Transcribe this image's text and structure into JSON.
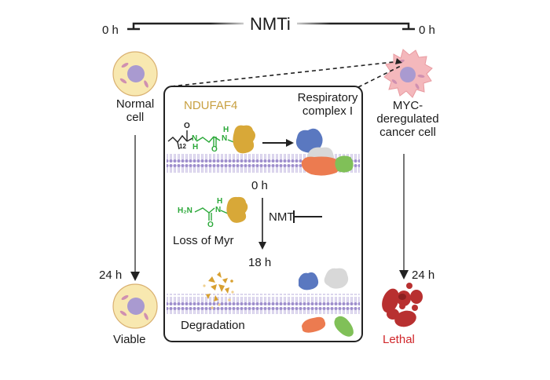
{
  "top": {
    "inhibitor_label": "NMTi",
    "left_time": "0 h",
    "right_time": "0 h"
  },
  "normal_cell": {
    "label_line1": "Normal",
    "label_line2": "cell",
    "time_after": "24 h",
    "outcome": "Viable"
  },
  "cancer_cell": {
    "label_line1": "MYC-",
    "label_line2": "deregulated",
    "label_line3": "cancer cell",
    "time_after": "24 h",
    "outcome": "Lethal"
  },
  "panel": {
    "protein_label": "NDUFAF4",
    "complex_label_line1": "Respiratory",
    "complex_label_line2": "complex I",
    "chain_subscript": "12",
    "atom_O": "O",
    "atom_N": "N",
    "atom_H": "H",
    "amine_label": "H₂N",
    "time_start": "0 h",
    "enzyme_label": "NMT",
    "loss_label": "Loss of Myr",
    "time_end": "18 h",
    "degradation_label": "Degradation"
  },
  "colors": {
    "protein_gold": "#d8a838",
    "complex_blue": "#5a78c0",
    "complex_grey": "#d8d8d8",
    "complex_orange": "#ec7b50",
    "complex_green": "#80c058",
    "membrane": "#9e8ecc",
    "normal_cell_fill": "#f8e8b0",
    "cancer_cell_fill": "#f4b8bc",
    "lethal_red": "#b83030",
    "glycine_green": "#2aa838"
  }
}
